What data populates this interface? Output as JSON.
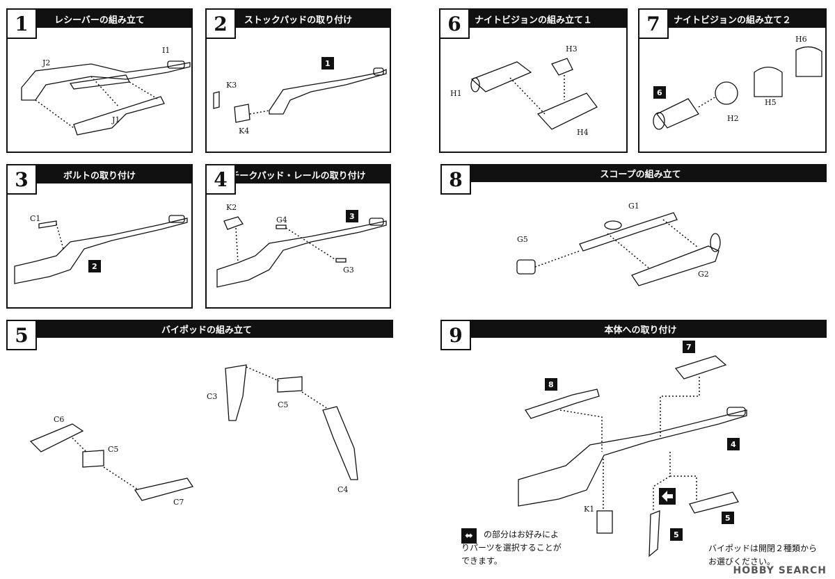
{
  "steps": [
    {
      "num": "1",
      "title": "レシーバーの組み立て",
      "parts": [
        "J2",
        "I1",
        "J1"
      ]
    },
    {
      "num": "2",
      "title": "ストックパッドの取り付け",
      "parts": [
        "K3",
        "K4"
      ],
      "ref": "1"
    },
    {
      "num": "3",
      "title": "ボルトの取り付け",
      "parts": [
        "C1"
      ],
      "ref": "2"
    },
    {
      "num": "4",
      "title": "チークパッド・レールの取り付け",
      "parts": [
        "K2",
        "G4",
        "G3"
      ],
      "ref": "3"
    },
    {
      "num": "5",
      "title": "バイポッドの組み立て",
      "parts": [
        "C6",
        "C5",
        "C7",
        "C3",
        "C5",
        "C4"
      ]
    },
    {
      "num": "6",
      "title": "ナイトビジョンの組み立て１",
      "parts": [
        "H3",
        "H1",
        "H4"
      ]
    },
    {
      "num": "7",
      "title": "ナイトビジョンの組み立て２",
      "parts": [
        "H6",
        "H2",
        "H5"
      ],
      "ref": "6"
    },
    {
      "num": "8",
      "title": "スコープの組み立て",
      "parts": [
        "G1",
        "G5",
        "G2"
      ]
    },
    {
      "num": "9",
      "title": "本体への取り付け",
      "parts": [
        "K1"
      ],
      "refs": [
        "7",
        "8",
        "4",
        "5",
        "5"
      ]
    }
  ],
  "notes": {
    "choice_line1": "の部分はお好みによ",
    "choice_line2": "りパーツを選択することが",
    "choice_line3": "できます。",
    "bipod_line1": "バイポッドは開閉２種類から",
    "bipod_line2": "お選びください。"
  },
  "watermark": "HOBBY SEARCH",
  "colors": {
    "ink": "#111111",
    "paper": "#ffffff"
  },
  "icons": [
    "choice-arrow-icon"
  ]
}
